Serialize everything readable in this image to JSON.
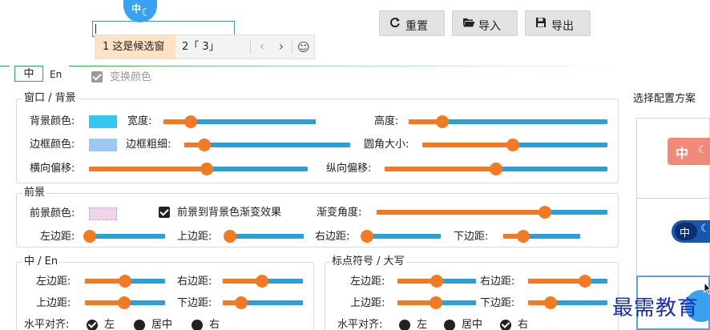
{
  "candidate_window": {
    "badge_label": "中",
    "badge_icon": "moon-icon",
    "candidate_1": "1 这是候选窗",
    "candidate_2": "2「 3」",
    "prev_icon": "chevron-left-icon",
    "next_icon": "chevron-right-icon",
    "emoji_icon": "smile-icon",
    "prev_glyph": "‹",
    "next_glyph": "›",
    "emoji_glyph": "☺"
  },
  "toolbar": {
    "reset_label": "重置",
    "import_label": "导入",
    "export_label": "导出",
    "reset_icon": "refresh-icon",
    "import_icon": "folder-open-icon",
    "export_icon": "save-icon"
  },
  "tabs": {
    "zh_label": "中",
    "en_label": "En"
  },
  "swap_colors": {
    "label": "变换颜色",
    "checked": true,
    "disabled": true
  },
  "window_bg": {
    "title": "窗口 / 背景",
    "bg_color_label": "背景颜色:",
    "bg_color": "#33c6ef",
    "width_label": "宽度:",
    "width_value": 0.18,
    "height_label": "高度:",
    "height_value": 0.17,
    "border_color_label": "边框颜色:",
    "border_color": "#9cc9ef",
    "border_width_label": "边框粗细:",
    "border_width_value": 0.12,
    "corner_radius_label": "圆角大小:",
    "corner_radius_value": 0.49,
    "h_offset_label": "横向偏移:",
    "h_offset_value": 0.54,
    "v_offset_label": "纵向偏移:",
    "v_offset_value": 0.5
  },
  "foreground": {
    "title": "前景",
    "fg_color_label": "前景颜色:",
    "fg_color": "#efd3e6",
    "gradient_checkbox_label": "前景到背景色渐变效果",
    "gradient_checked": true,
    "gradient_angle_label": "渐变角度:",
    "gradient_angle_value": 0.73,
    "left_margin_label": "左边距:",
    "left_margin_value": 0.0,
    "top_margin_label": "上边距:",
    "top_margin_value": 0.0,
    "right_margin_label": "右边距:",
    "right_margin_value": 0.0,
    "bottom_margin_label": "下边距:",
    "bottom_margin_value": 0.26
  },
  "zh_en": {
    "title": "中 / En",
    "left_margin_label": "左边距:",
    "left_margin_value": 0.5,
    "right_margin_label": "右边距:",
    "right_margin_value": 0.49,
    "top_margin_label": "上边距:",
    "top_margin_value": 0.49,
    "bottom_margin_label": "下边距:",
    "bottom_margin_value": 0.23,
    "align_label": "水平对齐:",
    "align_options": [
      "左",
      "居中",
      "右"
    ],
    "align_selected": 0
  },
  "punct_caps": {
    "title": "标点符号 / 大写",
    "left_margin_label": "左边距:",
    "left_margin_value": 0.5,
    "right_margin_label": "右边距:",
    "right_margin_value": 0.72,
    "top_margin_label": "上边距:",
    "top_margin_value": 0.49,
    "bottom_margin_label": "下边距:",
    "bottom_margin_value": 0.28,
    "align_label": "水平对齐:",
    "align_options": [
      "左",
      "居中",
      "右"
    ],
    "align_selected": 2
  },
  "schemes": {
    "title": "选择配置方案",
    "scheme_1_label": "中",
    "scheme_2_label": "中",
    "scheme_moon_glyph": "☾"
  },
  "watermark": "最需教育",
  "colors": {
    "accent": "#f37a22",
    "track": "#2aa0d6",
    "tab_border": "#2aa855"
  }
}
